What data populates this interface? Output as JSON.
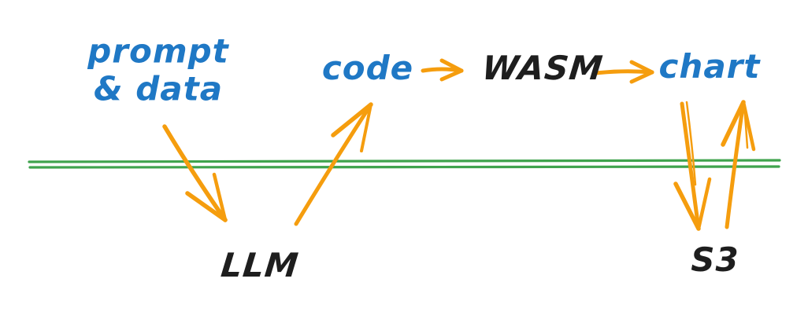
{
  "diagram": {
    "description": "Hand-drawn flow diagram: prompt & data go to an LLM which returns code; code runs in WASM producing a chart; the chart is stored to and retrieved from S3. A green horizontal line separates the client side (above) from the services side (below).",
    "nodes": {
      "prompt_data": {
        "label": "prompt\n& data",
        "color": "#1f78c5",
        "side": "above-line"
      },
      "code": {
        "label": "code",
        "color": "#1f78c5",
        "side": "above-line"
      },
      "wasm": {
        "label": "WASM",
        "color": "#1e1e1e",
        "side": "above-line"
      },
      "chart": {
        "label": "chart",
        "color": "#1f78c5",
        "side": "above-line"
      },
      "llm": {
        "label": "LLM",
        "color": "#1e1e1e",
        "side": "below-line"
      },
      "s3": {
        "label": "S3",
        "color": "#1e1e1e",
        "side": "below-line"
      }
    },
    "edges": [
      {
        "from": "prompt_data",
        "to": "llm"
      },
      {
        "from": "llm",
        "to": "code"
      },
      {
        "from": "code",
        "to": "wasm"
      },
      {
        "from": "wasm",
        "to": "chart"
      },
      {
        "from": "chart",
        "to": "s3"
      },
      {
        "from": "s3",
        "to": "chart"
      }
    ],
    "colors": {
      "arrow_orange": "#f59d0e",
      "divider_green": "#3fa34d",
      "text_blue": "#1f78c5",
      "text_ink": "#1e1e1e",
      "background": "#ffffff"
    }
  }
}
